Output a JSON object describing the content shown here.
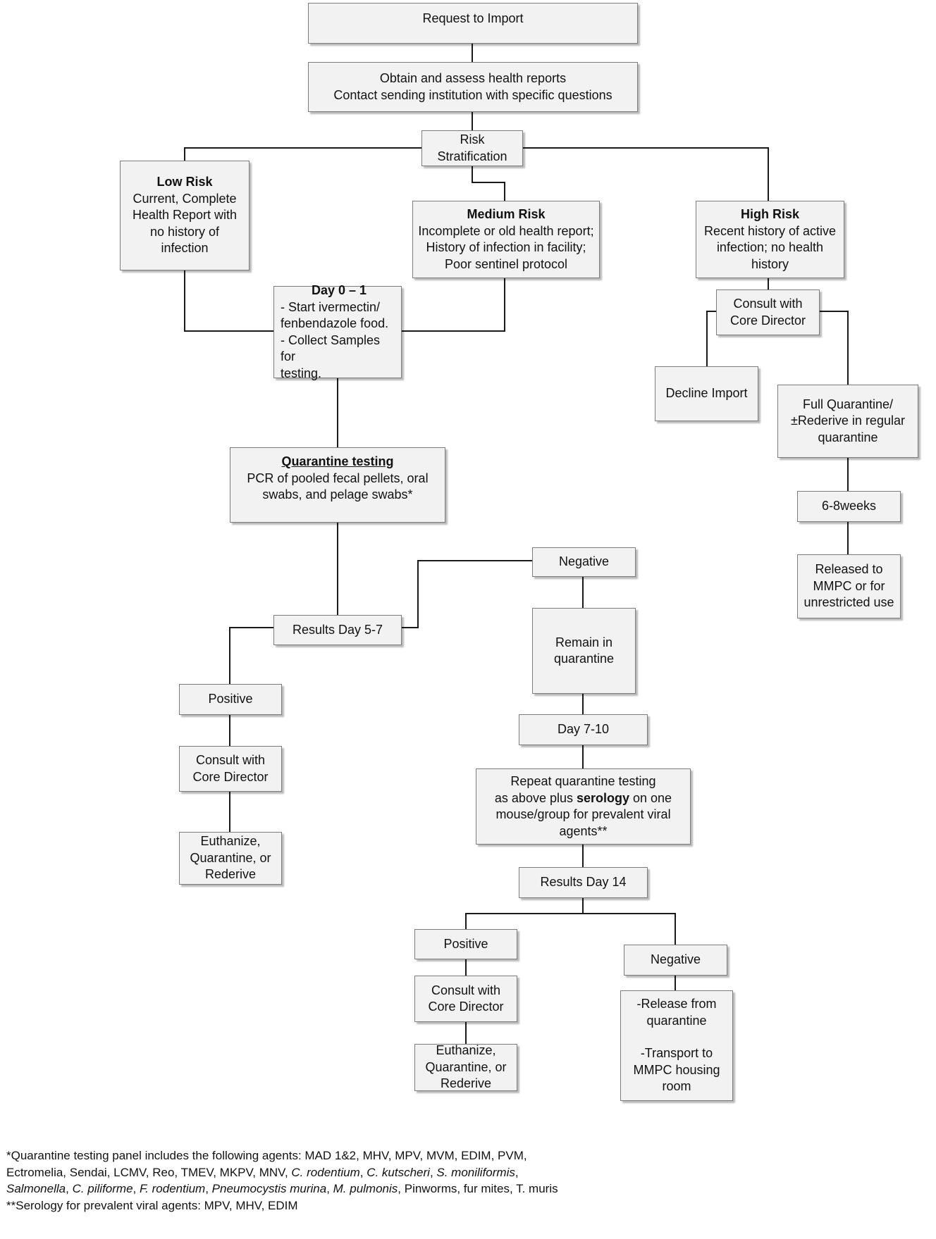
{
  "boxes": {
    "request": "Request to Import",
    "obtain": [
      "Obtain and assess health reports",
      "Contact sending institution with specific questions"
    ],
    "risk": [
      "Risk",
      "Stratification"
    ],
    "low": {
      "title": "Low Risk",
      "lines": [
        "Current, Complete",
        "Health Report with",
        "no history of",
        "infection"
      ]
    },
    "medium": {
      "title": "Medium Risk",
      "lines": [
        "Incomplete or old health report;",
        "History of infection in facility;",
        "Poor sentinel protocol"
      ]
    },
    "high": {
      "title": "High Risk",
      "lines": [
        "Recent history of active",
        "infection; no health",
        "history"
      ]
    },
    "day01": {
      "title": "Day 0 – 1",
      "lines": [
        "- Start ivermectin/",
        "fenbendazole food.",
        "- Collect Samples for",
        "testing."
      ]
    },
    "consult_high": [
      "Consult with",
      "Core Director"
    ],
    "decline": "Decline Import",
    "full_quarantine": [
      "Full Quarantine/",
      "±Rederive in regular",
      "quarantine"
    ],
    "weeks": "6-8weeks",
    "released": [
      "Released to",
      "MMPC or for",
      "unrestricted use"
    ],
    "qtesting": {
      "title": "Quarantine testing",
      "lines": [
        "PCR of pooled fecal pellets, oral",
        "swabs, and pelage swabs*"
      ]
    },
    "negative1": "Negative",
    "results57": "Results Day 5-7",
    "remain": [
      "Remain in",
      "quarantine"
    ],
    "positive1": "Positive",
    "consult_pos1": [
      "Consult with",
      "Core Director"
    ],
    "euthanize1": [
      "Euthanize,",
      "Quarantine, or",
      "Rederive"
    ],
    "day710": "Day 7-10",
    "repeat": {
      "l1": "Repeat quarantine testing",
      "l2a": "as above plus ",
      "l2b": "serology",
      "l2c": " on one",
      "l3": "mouse/group for prevalent viral",
      "l4": "agents**"
    },
    "results14": "Results Day 14",
    "positive2": "Positive",
    "negative2": "Negative",
    "consult_pos2": [
      "Consult with",
      "Core Director"
    ],
    "euthanize2": [
      "Euthanize,",
      "Quarantine, or",
      "Rederive"
    ],
    "release": [
      "-Release from",
      "quarantine",
      "-Transport to",
      "MMPC housing",
      "room"
    ]
  },
  "footnote": {
    "l1": "*Quarantine testing panel includes the following agents:  MAD 1&2, MHV, MPV, MVM, EDIM, PVM,",
    "l2a": "Ectromelia, Sendai, LCMV, Reo, TMEV, MKPV, MNV, ",
    "l2b": "C. rodentium",
    "l2c": ", ",
    "l2d": "C. kutscheri",
    "l2e": ", ",
    "l2f": "S. moniliformis",
    "l2g": ",",
    "l3a": "Salmonella",
    "l3b": ", ",
    "l3c": "C. piliforme",
    "l3d": ", ",
    "l3e": "F. rodentium",
    "l3f": ", ",
    "l3g": "Pneumocystis murina",
    "l3h": ", ",
    "l3i": "M. pulmonis",
    "l3j": ", Pinworms, fur mites, T. muris",
    "l4": "**Serology for prevalent viral agents:  MPV, MHV, EDIM"
  }
}
